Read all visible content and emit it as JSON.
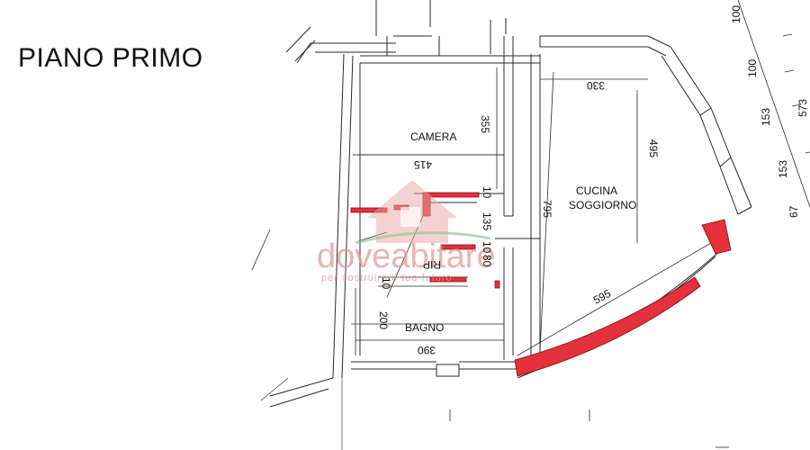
{
  "title": "PIANO PRIMO",
  "rooms": {
    "camera": "CAMERA",
    "cucina_line1": "CUCINA",
    "cucina_line2": "SOGGIORNO",
    "rip": "RIP",
    "bagno": "BAGNO"
  },
  "dimensions": {
    "d330": "330",
    "d355": "355",
    "d415": "415",
    "d495": "495",
    "d10a": "10",
    "d135": "135",
    "d10b": "10",
    "d80": "80",
    "d795": "795",
    "d10c": "10",
    "d595": "595",
    "d200": "200",
    "d390": "390",
    "side_100a": "100",
    "side_100b": "100",
    "side_153a": "153",
    "side_573": "573",
    "side_153b": "153",
    "side_67": "67"
  },
  "watermark": {
    "brand": "doveabitare",
    "tagline": "per costruire il tuo futuro"
  },
  "colors": {
    "line": "#2a2a2a",
    "wall_fill": "#ffffff",
    "red_fill": "#e4313c",
    "watermark": "#e49a97"
  }
}
